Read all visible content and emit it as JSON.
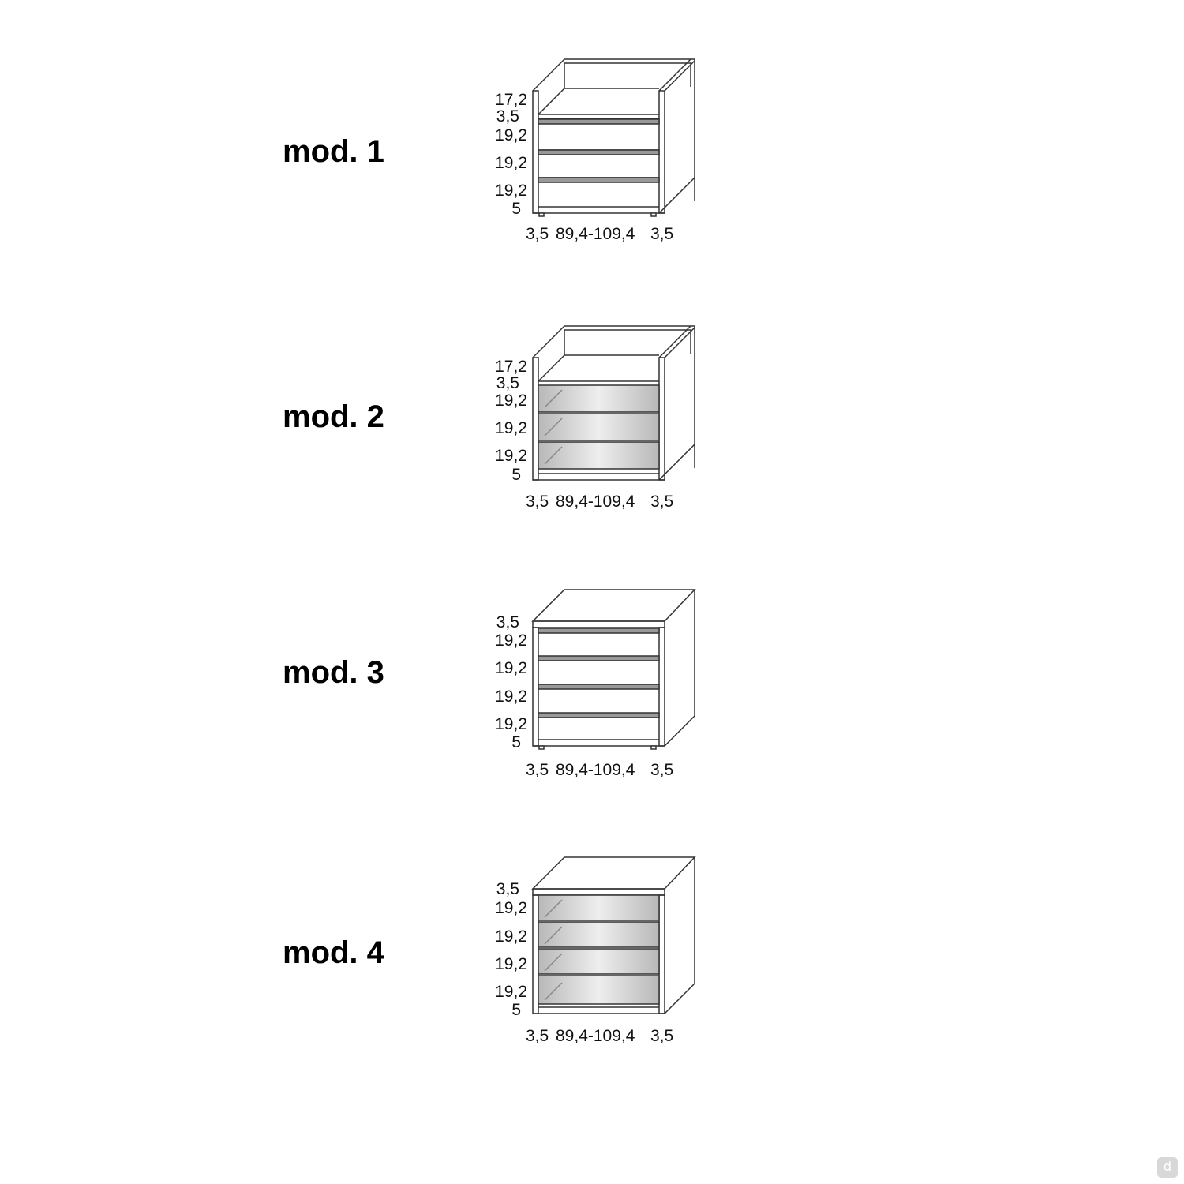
{
  "models": [
    {
      "label": "mod. 1",
      "type": "open-top-solid",
      "left_dims": [
        "17,2",
        "3,5",
        "19,2",
        "19,2",
        "19,2",
        "5"
      ],
      "bottom_dims": [
        "3,5",
        "89,4-109,4",
        "3,5"
      ]
    },
    {
      "label": "mod. 2",
      "type": "open-top-glass",
      "left_dims": [
        "17,2",
        "3,5",
        "19,2",
        "19,2",
        "19,2",
        "5"
      ],
      "bottom_dims": [
        "3,5",
        "89,4-109,4",
        "3,5"
      ]
    },
    {
      "label": "mod. 3",
      "type": "closed-top-solid",
      "left_dims": [
        "3,5",
        "19,2",
        "19,2",
        "19,2",
        "19,2",
        "5"
      ],
      "bottom_dims": [
        "3,5",
        "89,4-109,4",
        "3,5"
      ]
    },
    {
      "label": "mod. 4",
      "type": "closed-top-glass",
      "left_dims": [
        "3,5",
        "19,2",
        "19,2",
        "19,2",
        "19,2",
        "5"
      ],
      "bottom_dims": [
        "3,5",
        "89,4-109,4",
        "3,5"
      ]
    }
  ],
  "watermark": "d",
  "colors": {
    "line": "#333333",
    "glass": "#c8c8c8",
    "handle": "#666666"
  }
}
